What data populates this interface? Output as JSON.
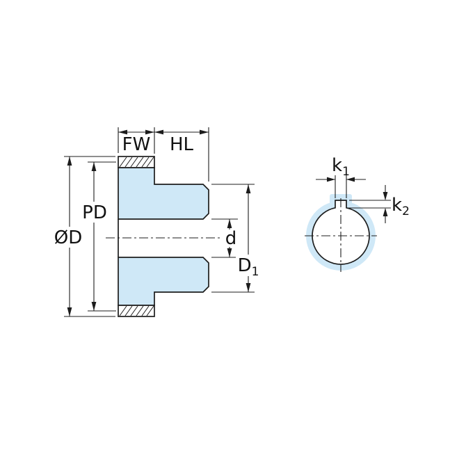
{
  "side_view": {
    "labels": {
      "face_width": "FW",
      "hub_length": "HL",
      "pitch_diameter": "PD",
      "outside_diameter": "ØD",
      "bore_diameter": "d",
      "hub_diameter": {
        "base": "D",
        "sub": "1"
      }
    }
  },
  "end_view": {
    "labels": {
      "keyway_width": {
        "base": "k",
        "sub": "1"
      },
      "keyway_depth": {
        "base": "k",
        "sub": "2"
      }
    }
  },
  "colors": {
    "part_fill": "#cfe8f7",
    "line": "#1c1c1c",
    "background": "#ffffff"
  }
}
